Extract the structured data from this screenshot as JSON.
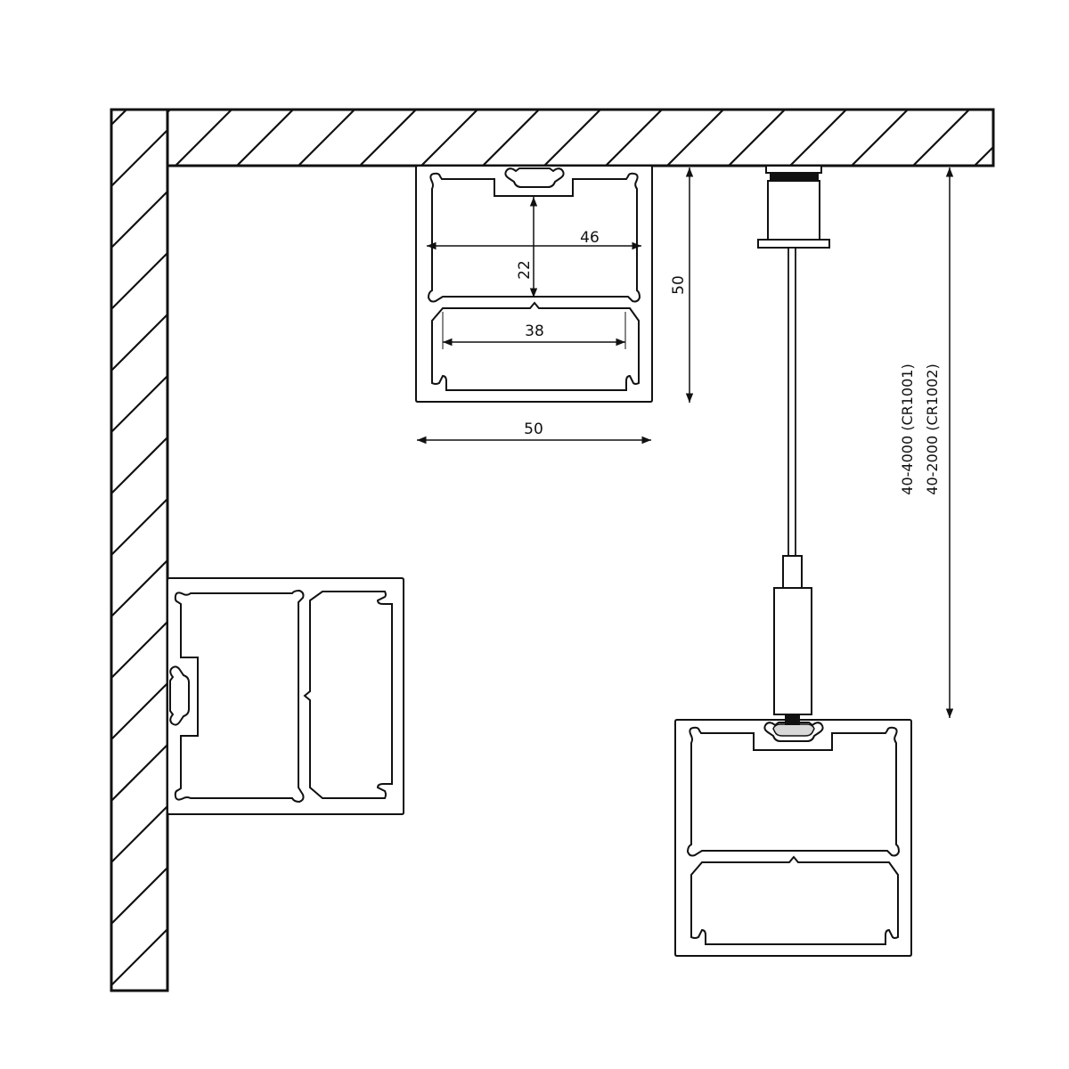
{
  "drawing": {
    "type": "technical mounting diagram",
    "colors": {
      "line": "#111111",
      "background": "#ffffff",
      "thread": "#111111",
      "nut_fill": "#d8d8d8"
    },
    "structures": {
      "ceiling": {
        "label": "ceiling-slab",
        "hatched": true
      },
      "wall": {
        "label": "wall",
        "hatched": true
      }
    },
    "profiles": [
      {
        "id": "surface-mounted",
        "orientation": "ceiling"
      },
      {
        "id": "wall-mounted",
        "orientation": "wall"
      },
      {
        "id": "suspended",
        "orientation": "pendant"
      }
    ],
    "dimensions": {
      "inner_width": "46",
      "upper_chamber_height": "22",
      "diffuser_width": "38",
      "profile_height": "50",
      "profile_width": "50",
      "suspension_length_1": "40-4000 (CR1001)",
      "suspension_length_2": "40-2000 (CR1002)"
    }
  }
}
